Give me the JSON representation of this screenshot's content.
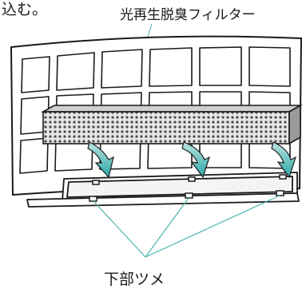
{
  "diagram": {
    "top_text_fragment": "込む。",
    "filter_label": "光再生脱臭フィルター",
    "hook_label": "下部ツメ",
    "arrow_count": 3,
    "hook_count": 3,
    "colors": {
      "line": "#1a1a1a",
      "teal": "#2aa8a6",
      "teal_light": "#6fc9c6",
      "leader": "#4bb5b0",
      "filter_fill": "#d9d9d9",
      "filter_dark": "#555555"
    }
  }
}
